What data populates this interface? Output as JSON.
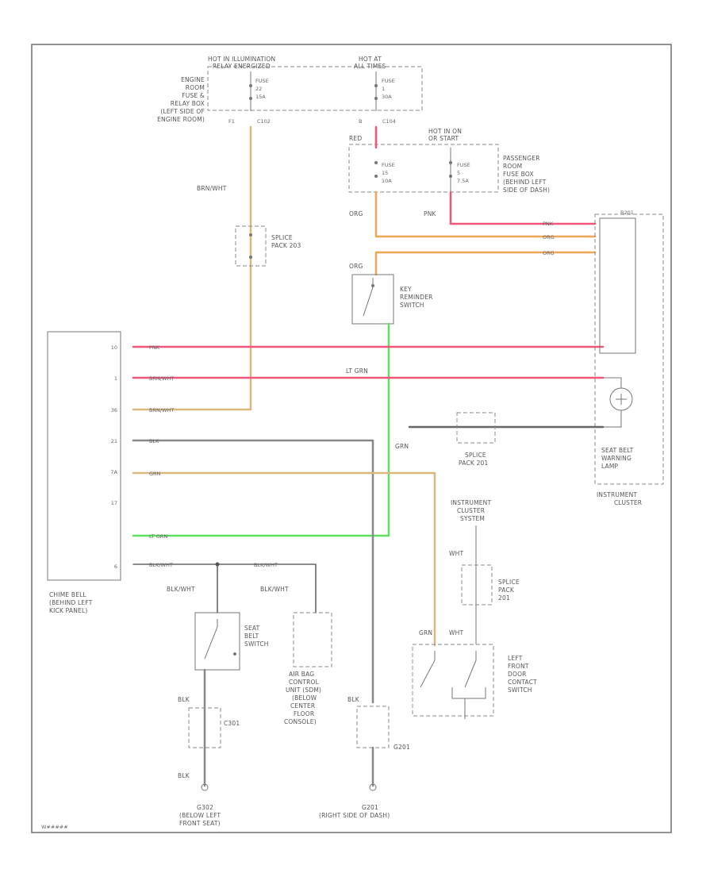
{
  "labels": {
    "hot_illum": "HOT IN ILLUMINATION",
    "hot_illum2": "RELAY ENERGIZED",
    "hot_all": "HOT AT",
    "hot_all2": "ALL TIMES",
    "fuse22": [
      "FUSE",
      "22",
      "15A"
    ],
    "fuse1": [
      "FUSE",
      "1",
      "30A"
    ],
    "fuse15": [
      "FUSE",
      "15",
      "10A"
    ],
    "fuse5": [
      "FUSE",
      "5",
      "7.5A"
    ],
    "engine_box": [
      "ENGINE",
      "ROOM",
      "FUSE &",
      "RELAY BOX",
      "(LEFT SIDE OF",
      "ENGINE ROOM)"
    ],
    "c102": "C102",
    "c104": "C104",
    "f1": "F1",
    "b_pin": "B",
    "red": "RED",
    "hot_run": "HOT IN ON",
    "hot_run2": "OR START",
    "passenger_box": [
      "PASSENGER",
      "ROOM",
      "FUSE BOX",
      "(BEHIND LEFT",
      "SIDE OF DASH)"
    ],
    "brn_wht": "BRN/WHT",
    "splice203": [
      "SPLICE",
      "PACK 203"
    ],
    "org": "ORG",
    "pnk": "PNK",
    "org2": "ORG",
    "key_switch": [
      "KEY",
      "REMINDER",
      "SWITCH"
    ],
    "lt_grn": "LT GRN",
    "grn": "GRN",
    "chime_pins": [
      "10",
      "1",
      "36",
      "21",
      "7A",
      "17",
      "6"
    ],
    "chime_label": [
      "CHIME BELL",
      "(BEHIND LEFT",
      "KICK PANEL)"
    ],
    "wire_pnk": "PNK",
    "wire_brnwht": "BRN/WHT",
    "wire_brnwht2": "BRN/WHT",
    "wire_blk": "BLK",
    "wire_grn": "GRN",
    "wire_ltgrn": "LT GRN",
    "wire_blkwht": "BLK/WHT",
    "splice201": [
      "SPLICE",
      "PACK 201"
    ],
    "seat_lamp": [
      "SEAT BELT",
      "WARNING",
      "LAMP"
    ],
    "inst_cluster": [
      "INSTRUMENT",
      "CLUSTER"
    ],
    "inst_cluster_sw": [
      "INSTRUMENT",
      "CLUSTER",
      "SYSTEM"
    ],
    "wht": "WHT",
    "splice201b": [
      "SPLICE",
      "PACK",
      "201"
    ],
    "door_switch": [
      "LEFT",
      "FRONT",
      "DOOR",
      "CONTACT",
      "SWITCH"
    ],
    "blk_wht": "BLK/WHT",
    "blk_wht2": "BLK/WHT",
    "seat_switch": [
      "SEAT",
      "BELT",
      "SWITCH"
    ],
    "airbag": [
      "AIR BAG",
      "CONTROL",
      "UNIT (SDM)",
      "(BELOW",
      "CENTER",
      "FLOOR",
      "CONSOLE)"
    ],
    "blk": "BLK",
    "blk2": "BLK",
    "blk3": "BLK",
    "c301": "C301",
    "g201": "G201",
    "g302": [
      "G302",
      "(BELOW LEFT",
      "FRONT SEAT)"
    ],
    "g201b": [
      "G201",
      "(RIGHT SIDE OF DASH)"
    ],
    "corner_id": "W#####",
    "main_conn": "B201"
  },
  "colors": {
    "pink": "#f2557a",
    "orange": "#f0a654",
    "tan": "#d9b77e",
    "green": "#5de05d",
    "gray": "#888888",
    "dark": "#666666"
  }
}
